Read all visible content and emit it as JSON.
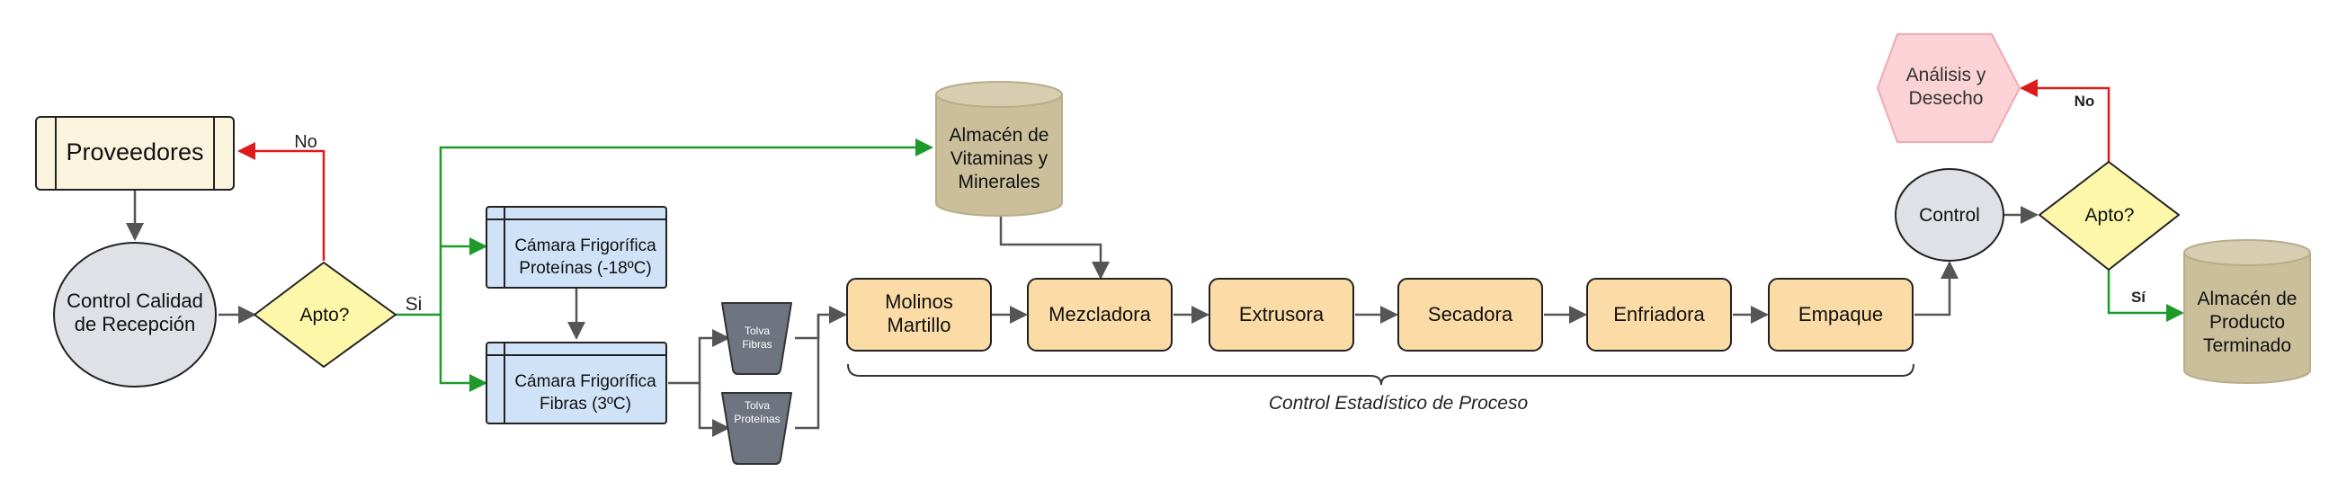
{
  "colors": {
    "process_fill": "#fcdca6",
    "storage_fill": "#cfe2f7",
    "cylinder_fill": "#cbbf9b",
    "decision_fill": "#fdf7a9",
    "circle_fill": "#dfe1e7",
    "supplier_fill": "#faf4df",
    "hopper_fill": "#6f7580",
    "reject_fill": "#fbd2d6",
    "edge_gray": "#555555",
    "edge_green": "#1d9a2a",
    "edge_red": "#de1a1a"
  },
  "nodes": {
    "proveedores": "Proveedores",
    "control_calidad": [
      "Control Calidad",
      "de Recepción"
    ],
    "apto_1": "Apto?",
    "camara_proteinas": [
      "Cámara Frigorífica",
      "Proteínas (-18ºC)"
    ],
    "camara_fibras": [
      "Cámara Frigorífica",
      "Fibras (3ºC)"
    ],
    "tolva_fibras": [
      "Tolva",
      "Fibras"
    ],
    "tolva_proteinas": [
      "Tolva",
      "Proteínas"
    ],
    "almacen_vitaminas": [
      "Almacén de",
      "Vitaminas y",
      "Minerales"
    ],
    "molinos": [
      "Molinos",
      "Martillo"
    ],
    "mezcladora": "Mezcladora",
    "extrusora": "Extrusora",
    "secadora": "Secadora",
    "enfriadora": "Enfriadora",
    "empaque": "Empaque",
    "control": "Control",
    "apto_2": "Apto?",
    "analisis": [
      "Análisis y",
      "Desecho"
    ],
    "almacen_producto": [
      "Almacén de",
      "Producto",
      "Terminado"
    ]
  },
  "edge_labels": {
    "no_1": "No",
    "si_1": "Si",
    "no_2": "No",
    "si_2": "Sí"
  },
  "brace_label": "Control Estadístico de Proceso"
}
